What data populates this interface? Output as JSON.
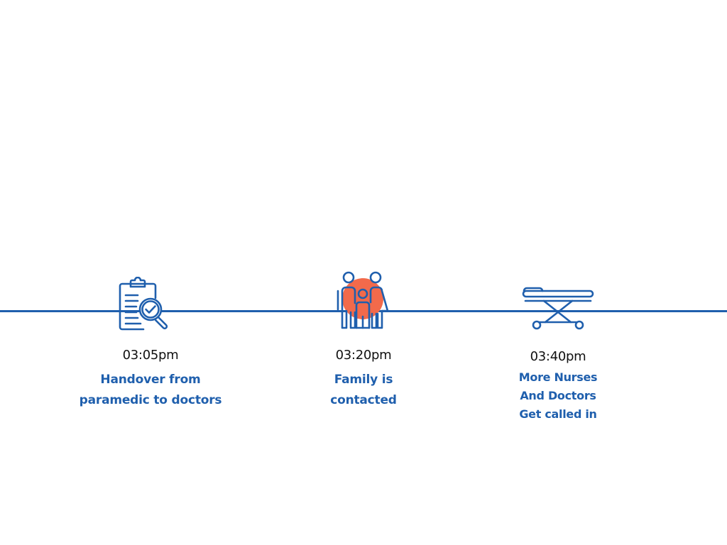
{
  "colors": {
    "accent": "#1f5fad",
    "highlight": "#f26a4b",
    "time_text": "#111111",
    "background": "#ffffff"
  },
  "timeline": {
    "events": [
      {
        "time": "03:05pm",
        "description_lines": [
          "Handover from",
          "paramedic to doctors"
        ],
        "icon": "clipboard-check-icon"
      },
      {
        "time": "03:20pm",
        "description_lines": [
          "Family is",
          "contacted"
        ],
        "icon": "family-icon"
      },
      {
        "time": "03:40pm",
        "description_lines": [
          "More Nurses",
          "And Doctors",
          "Get called in"
        ],
        "icon": "stretcher-icon"
      }
    ]
  }
}
